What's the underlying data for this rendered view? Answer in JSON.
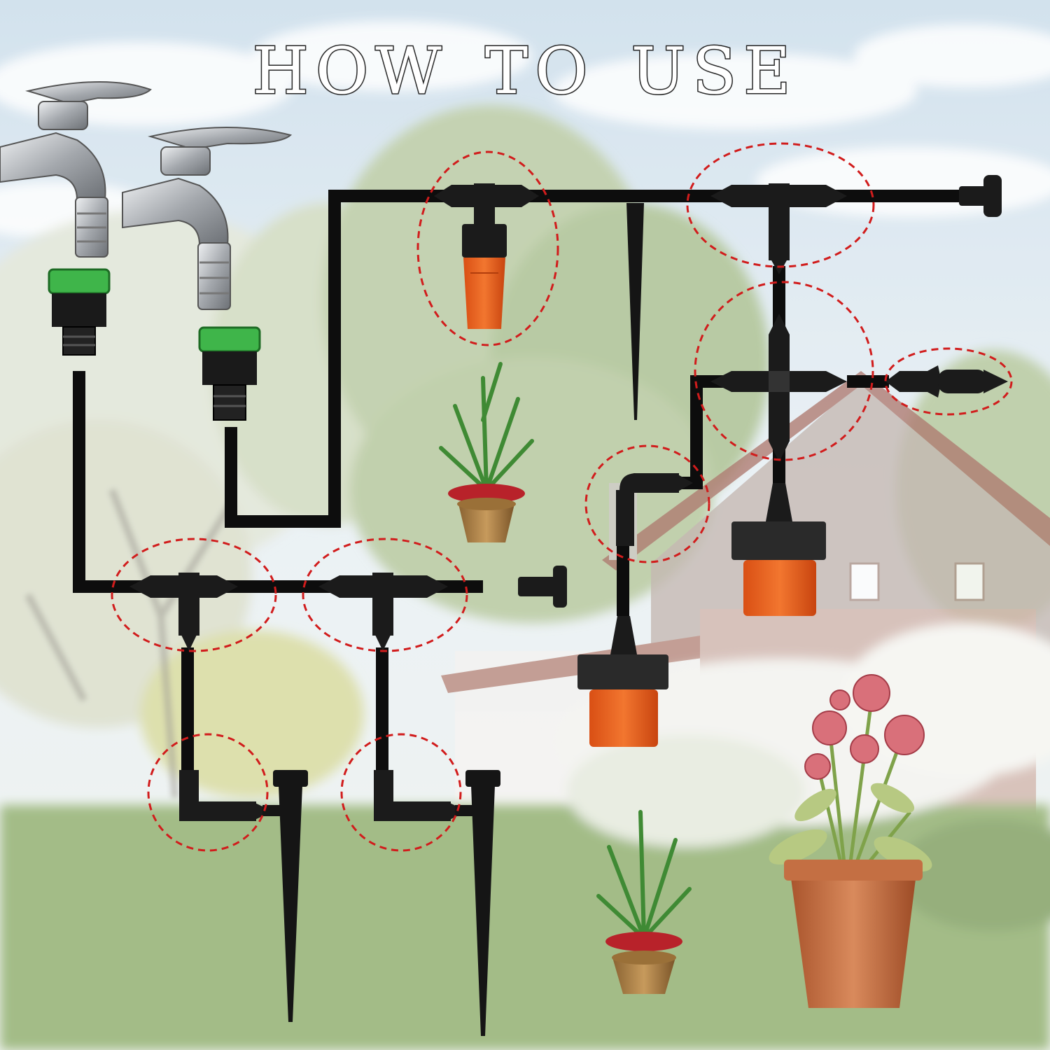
{
  "title": {
    "words": [
      "HOW",
      "TO",
      "USE"
    ]
  },
  "colors": {
    "tubing": "#0d0d0d",
    "highlight_ring": "#d11c1c",
    "sprinkler_cap": "#f06a2a",
    "connector_ring": "#3fb54a",
    "faucet_metal": "#b9bcc0"
  },
  "icons": {
    "faucets": [
      "faucet-icon",
      "faucet-icon"
    ],
    "adapters": [
      "hose-adapter-icon",
      "hose-adapter-icon"
    ],
    "fittings": [
      "tee-connector-icon",
      "cross-connector-icon",
      "elbow-connector-icon",
      "straight-connector-icon",
      "end-plug-icon"
    ],
    "emitters": [
      "adjustable-sprinkler-icon",
      "stake-emitter-icon"
    ],
    "plants": [
      "potted-shrub-icon",
      "potted-flower-icon"
    ]
  }
}
